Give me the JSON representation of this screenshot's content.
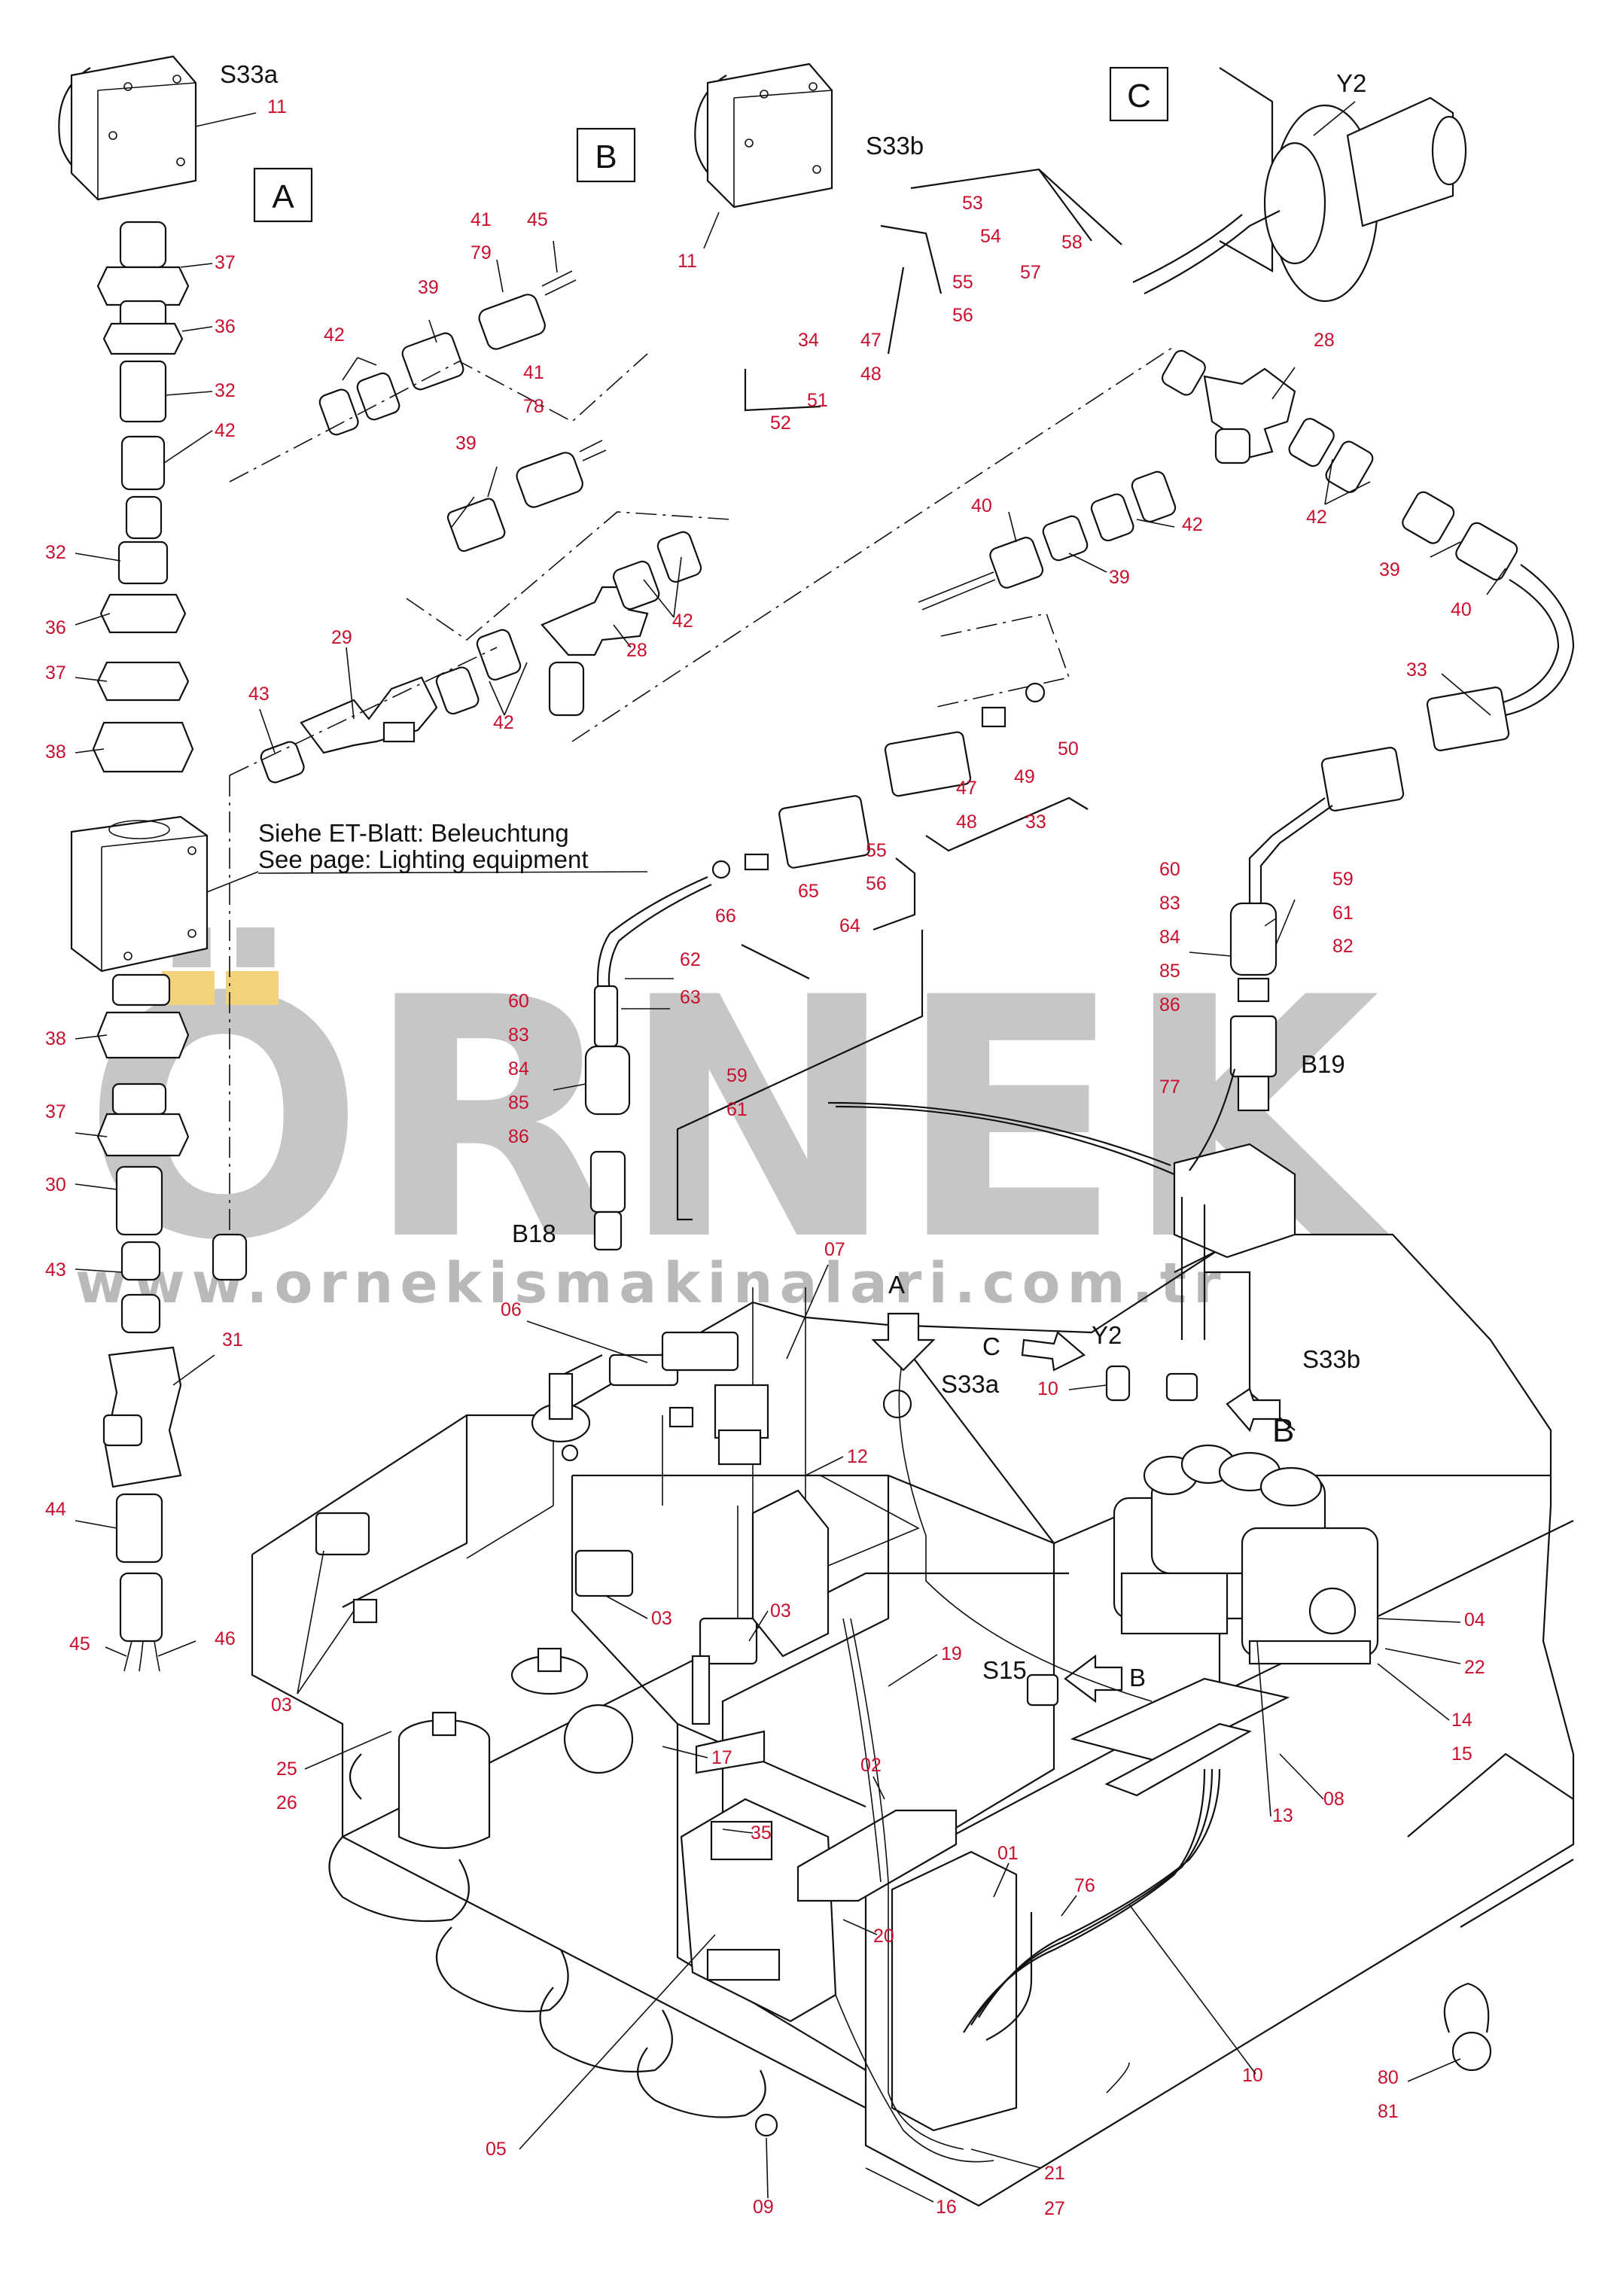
{
  "view_boxes": [
    "A",
    "B",
    "C"
  ],
  "components": {
    "s33a": "S33a",
    "s33b": "S33b",
    "y2": "Y2",
    "b18": "B18",
    "b19": "B19",
    "s15": "S15"
  },
  "note": {
    "line1": "Siehe ET-Blatt: Beleuchtung",
    "line2": "See page: Lighting equipment"
  },
  "watermark": {
    "brand": "ÖRNEK",
    "url": "www.ornekismakinalari.com.tr"
  },
  "colors": {
    "part_number": "#c8102e",
    "label": "#111111",
    "watermark": "#c6c6c6",
    "watermark_accent": "#f2d27a"
  },
  "part_numbers": [
    "11",
    "37",
    "36",
    "32",
    "42",
    "32",
    "36",
    "37",
    "38",
    "38",
    "37",
    "30",
    "43",
    "31",
    "44",
    "45",
    "46",
    "41",
    "79",
    "45",
    "39",
    "42",
    "41",
    "78",
    "39",
    "43",
    "29",
    "28",
    "42",
    "42",
    "11",
    "53",
    "54",
    "58",
    "57",
    "55",
    "56",
    "34",
    "47",
    "48",
    "51",
    "52",
    "28",
    "42",
    "40",
    "39",
    "42",
    "39",
    "40",
    "33",
    "50",
    "49",
    "47",
    "48",
    "33",
    "55",
    "56",
    "65",
    "66",
    "64",
    "62",
    "63",
    "60",
    "83",
    "84",
    "85",
    "86",
    "59",
    "61",
    "60",
    "83",
    "84",
    "85",
    "86",
    "59",
    "61",
    "82",
    "77",
    "07",
    "06",
    "12",
    "03",
    "03",
    "03",
    "19",
    "25",
    "26",
    "17",
    "35",
    "02",
    "01",
    "76",
    "20",
    "05",
    "09",
    "21",
    "27",
    "16",
    "10",
    "13",
    "08",
    "04",
    "22",
    "14",
    "15",
    "10",
    "80",
    "81"
  ]
}
